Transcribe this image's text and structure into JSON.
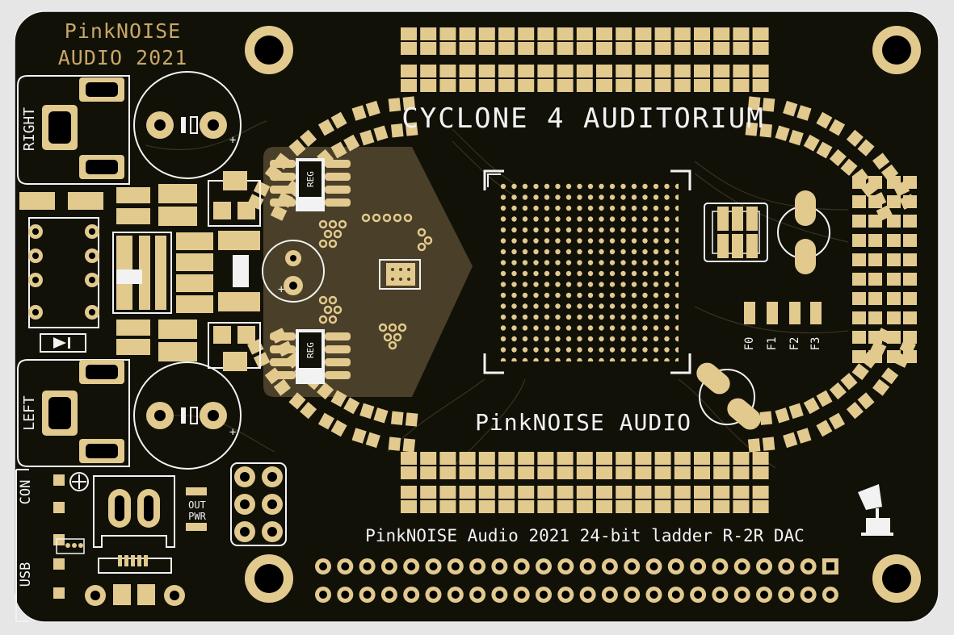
{
  "board": {
    "brand_line1": "PinkNOISE",
    "brand_line2": "AUDIO 2021",
    "title_top": "CYCLONE 4 AUDITORIUM",
    "title_mid": "PinkNOISE AUDIO",
    "title_bottom": "PinkNOISE Audio 2021 24-bit ladder R-2R DAC",
    "label_right": "RIGHT",
    "label_left": "LEFT",
    "label_reg": "REG",
    "label_out": "OUT",
    "label_pwr": "PWR",
    "label_con": "CON",
    "label_usb": "USB",
    "fuse_labels": [
      "F0",
      "F1",
      "F2",
      "F3"
    ]
  },
  "colors": {
    "background": "#e6e6e6",
    "board": "#111108",
    "copper_pad": "#e2c98e",
    "silkscreen": "#f2f2f2",
    "brand_text": "#c8a766",
    "inner_copper": "#4a3f28"
  }
}
